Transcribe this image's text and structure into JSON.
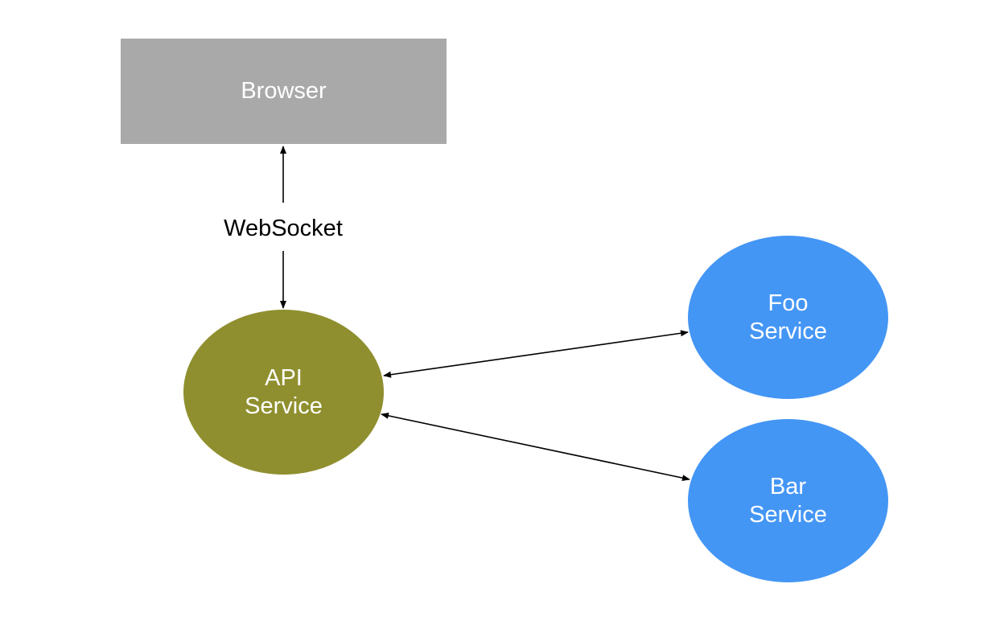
{
  "colors": {
    "browser_fill": "#a9a9a9",
    "api_fill": "#8f8f2f",
    "service_fill": "#4496f5",
    "arrow": "#000000"
  },
  "nodes": {
    "browser": {
      "label": "Browser"
    },
    "api": {
      "line1": "API",
      "line2": "Service"
    },
    "foo": {
      "line1": "Foo",
      "line2": "Service"
    },
    "bar": {
      "line1": "Bar",
      "line2": "Service"
    }
  },
  "edges": {
    "browser_api": {
      "label": "WebSocket"
    }
  }
}
